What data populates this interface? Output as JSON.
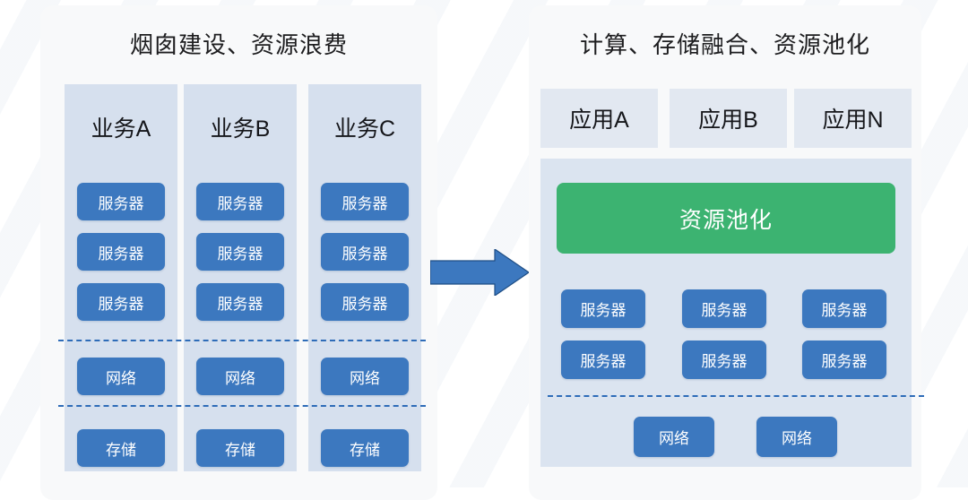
{
  "diagram": {
    "left_panel": {
      "title": "烟囱建设、资源浪费",
      "columns": [
        {
          "head": "业务A",
          "servers": [
            "服务器",
            "服务器",
            "服务器"
          ],
          "network": "网络",
          "storage": "存储"
        },
        {
          "head": "业务B",
          "servers": [
            "服务器",
            "服务器",
            "服务器"
          ],
          "network": "网络",
          "storage": "存储"
        },
        {
          "head": "业务C",
          "servers": [
            "服务器",
            "服务器",
            "服务器"
          ],
          "network": "网络",
          "storage": "存储"
        }
      ]
    },
    "arrow": {
      "icon": "right-arrow-icon",
      "direction": "right"
    },
    "right_panel": {
      "title": "计算、存储融合、资源池化",
      "apps": [
        "应用A",
        "应用B",
        "应用N"
      ],
      "pool": {
        "label": "资源池化",
        "servers": [
          [
            "服务器",
            "服务器",
            "服务器"
          ],
          [
            "服务器",
            "服务器",
            "服务器"
          ]
        ],
        "networks": [
          "网络",
          "网络"
        ]
      }
    }
  },
  "colors": {
    "chip_blue": "#3c78bf",
    "pool_green": "#3cb371",
    "column_bg": "#d6e0ee",
    "app_bg": "#e2e8f1",
    "pool_bg": "#dbe4f0",
    "panel_bg": "#f8f9fa",
    "dash_blue": "#2e6cb8",
    "arrow_blue": "#3c78bf",
    "title_text": "#1d1d1f"
  }
}
